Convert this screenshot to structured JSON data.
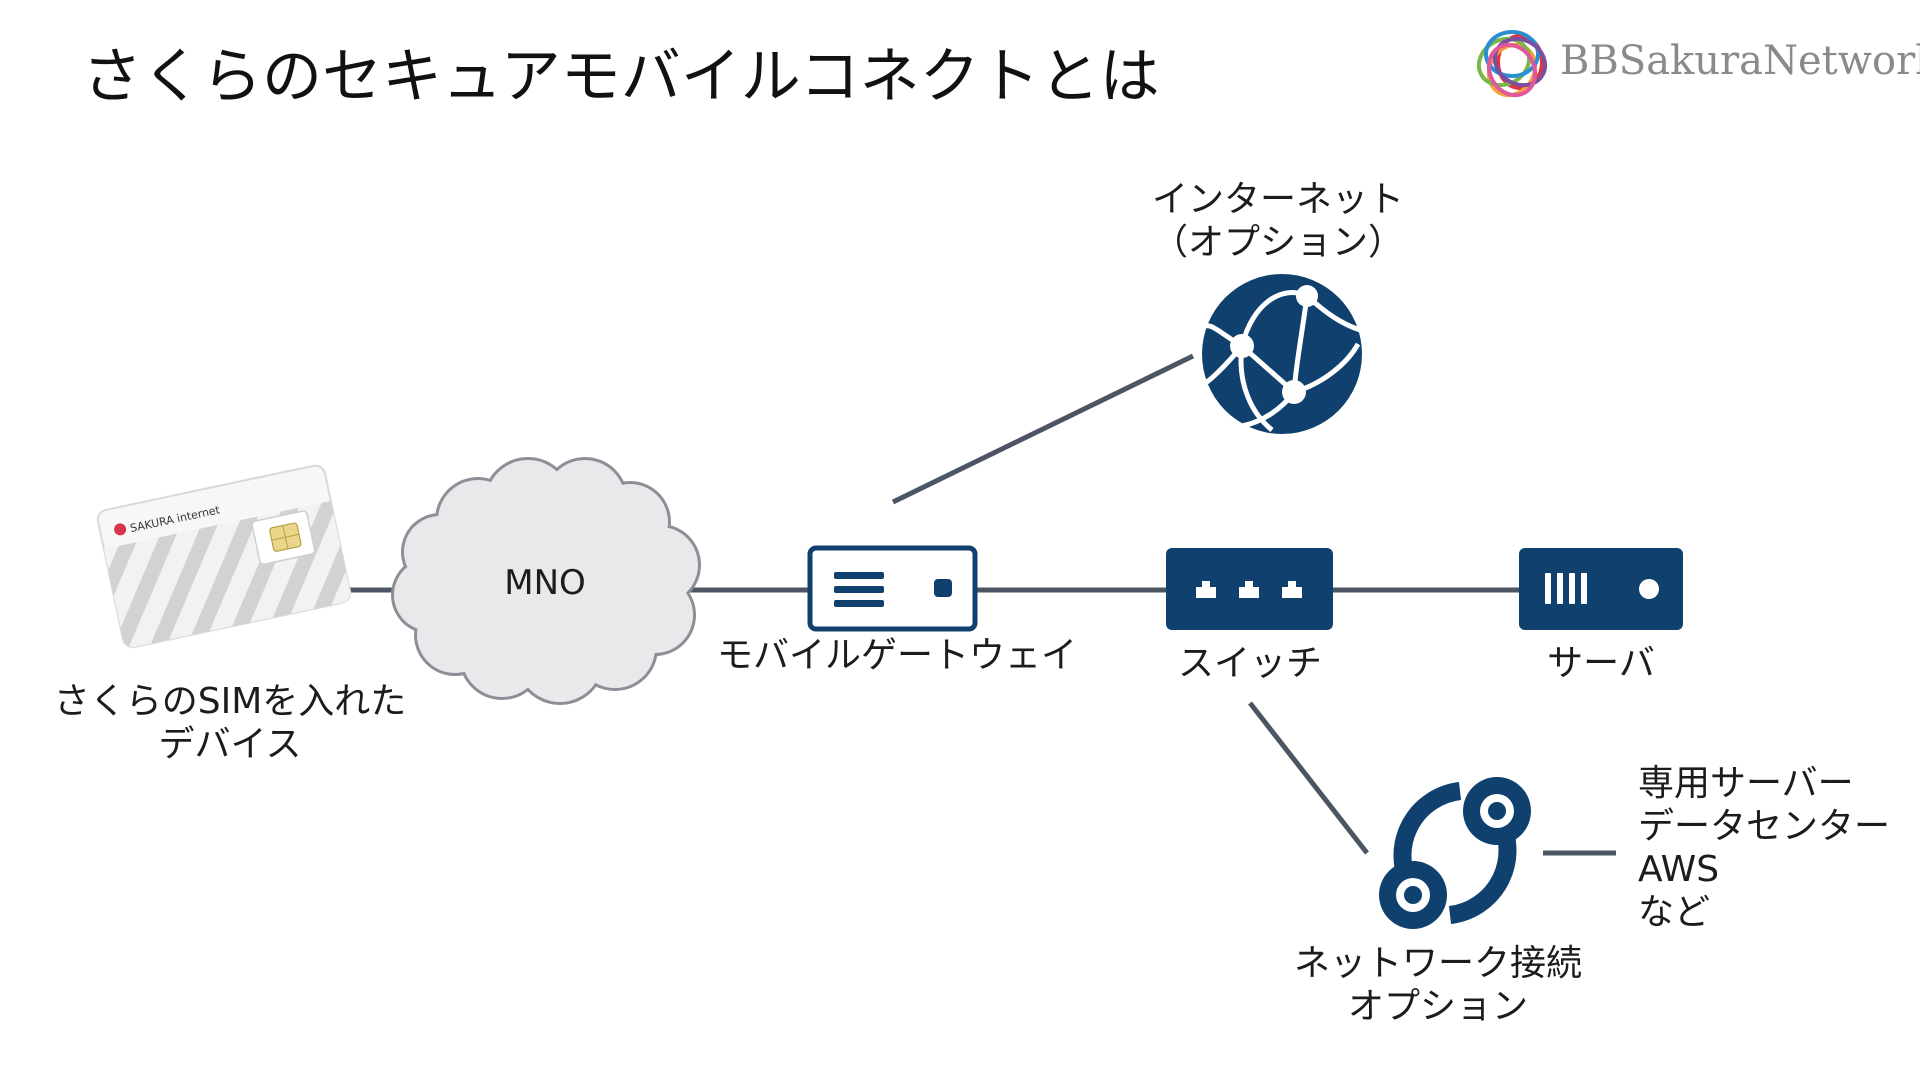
{
  "title": "さくらのセキュアモバイルコネクトとは",
  "logo": {
    "text": "BBSakuraNetworks",
    "colors": [
      "#e2343f",
      "#f2a33a",
      "#7ab648",
      "#2a8fd0",
      "#7b4fa0",
      "#e0579c"
    ]
  },
  "colors": {
    "node": "#10406d",
    "line": "#4b5563",
    "cloud_fill": "#e9e9ec",
    "cloud_stroke": "#8c8f96",
    "text": "#1c1c1c"
  },
  "nodes": {
    "sim_card": {
      "brand_text": "SAKURA internet",
      "label_lines": [
        "さくらのSIMを入れた",
        "デバイス"
      ],
      "icon": "sim-card-icon"
    },
    "mno": {
      "label": "MNO",
      "icon": "cloud-icon"
    },
    "mobile_gateway": {
      "label": "モバイルゲートウェイ",
      "icon": "gateway-device-icon"
    },
    "internet": {
      "label_lines": [
        "インターネット",
        "（オプション）"
      ],
      "icon": "globe-network-icon"
    },
    "switch": {
      "label": "スイッチ",
      "icon": "switch-device-icon"
    },
    "server": {
      "label": "サーバ",
      "icon": "server-device-icon"
    },
    "network_option": {
      "label_lines": [
        "ネットワーク接続",
        "オプション"
      ],
      "icon": "network-link-icon"
    },
    "destinations": {
      "label_lines": [
        "専用サーバー",
        "データセンター",
        "AWS",
        "など"
      ]
    }
  }
}
